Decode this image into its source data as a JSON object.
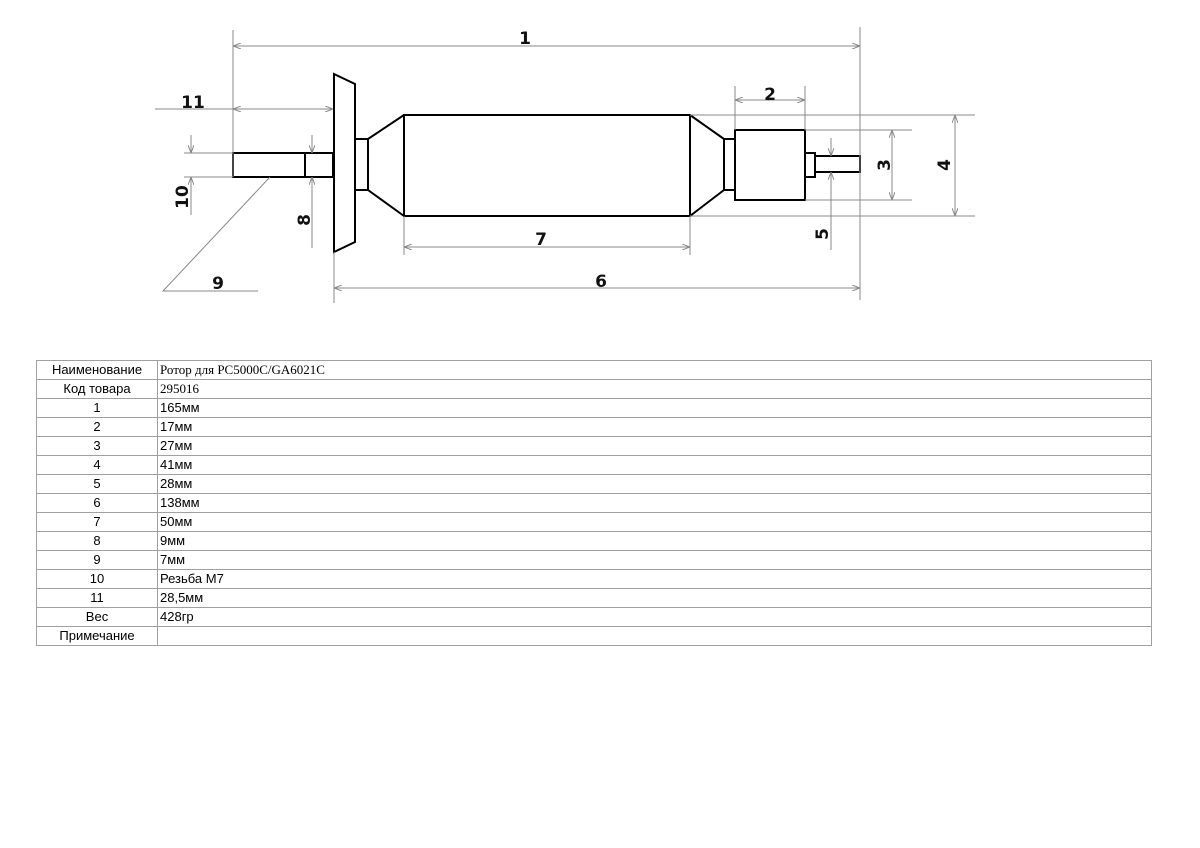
{
  "drawing": {
    "labels": [
      "1",
      "2",
      "3",
      "4",
      "5",
      "6",
      "7",
      "8",
      "9",
      "10",
      "11"
    ]
  },
  "table": {
    "rows": [
      {
        "key": "Наименование",
        "value": "Ротор для PC5000C/GA6021C",
        "serif": true
      },
      {
        "key": "Код товара",
        "value": "295016",
        "serif": true
      },
      {
        "key": "1",
        "value": "165мм"
      },
      {
        "key": "2",
        "value": "17мм"
      },
      {
        "key": "3",
        "value": "27мм"
      },
      {
        "key": "4",
        "value": "41мм"
      },
      {
        "key": "5",
        "value": "28мм"
      },
      {
        "key": "6",
        "value": "138мм"
      },
      {
        "key": "7",
        "value": "50мм"
      },
      {
        "key": "8",
        "value": "9мм"
      },
      {
        "key": "9",
        "value": "7мм"
      },
      {
        "key": "10",
        "value": "Резьба М7"
      },
      {
        "key": "11",
        "value": "28,5мм"
      },
      {
        "key": "Вес",
        "value": "428гр"
      },
      {
        "key": "Примечание",
        "value": ""
      }
    ]
  }
}
